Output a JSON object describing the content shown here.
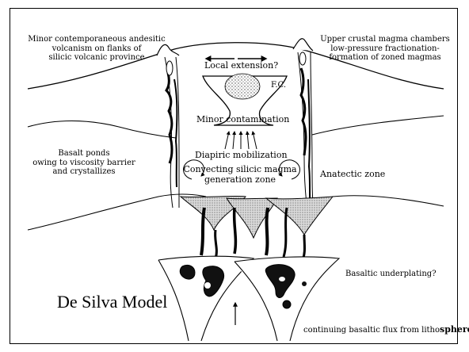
{
  "labels": {
    "andesitic": [
      "Minor contemporaneous andesitic",
      "volcanism on flanks of",
      "silicic volcanic province"
    ],
    "upper_chambers": [
      "Upper crustal magma chambers",
      "low-pressure fractionation-",
      "formation of zoned magmas"
    ],
    "local_extension": "Local extension?",
    "fc": "F.C.",
    "minor_contamination": "Minor contamination",
    "diapiric": "Diapiric mobilization",
    "convecting": [
      "Convecting silicic magma",
      "generation zone"
    ],
    "basalt_ponds": [
      "Basalt ponds",
      "owing to viscosity barrier",
      "and crystallizes"
    ],
    "anatectic": "Anatectic zone",
    "underplating": "Basaltic underplating?",
    "flux_prefix": "continuing basaltic flux from litho",
    "flux_suffix": "sphere"
  },
  "title": "De Silva Model"
}
